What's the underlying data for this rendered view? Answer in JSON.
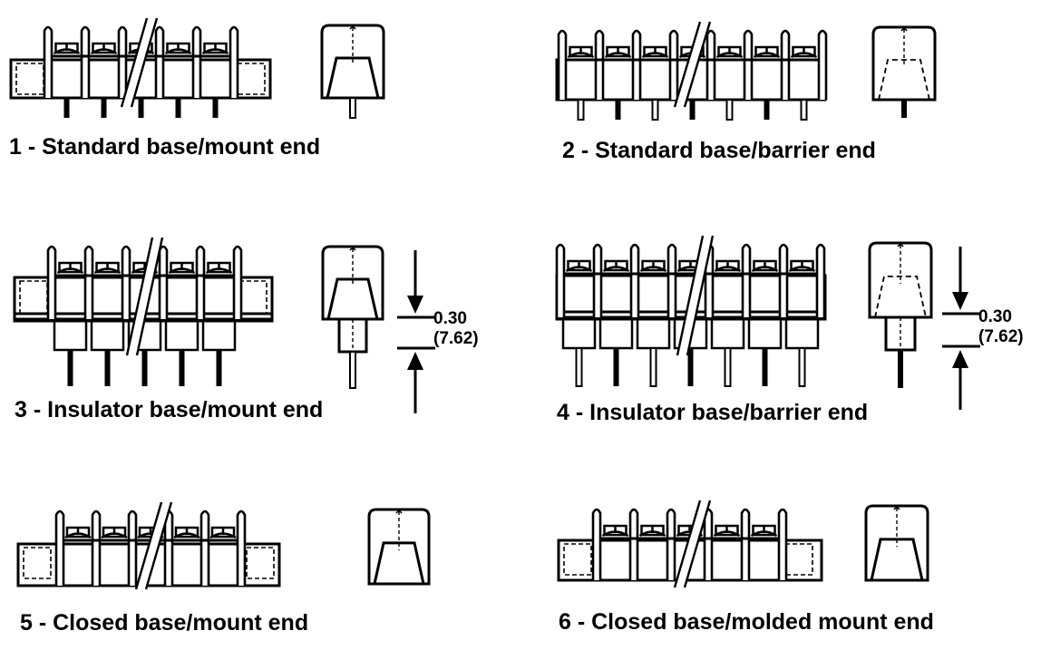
{
  "figures": [
    {
      "caption": "1 -  Standard base/mount end"
    },
    {
      "caption": "2 -  Standard base/barrier end"
    },
    {
      "caption": "3 -  Insulator base/mount end"
    },
    {
      "caption": "4 -  Insulator base/barrier end"
    },
    {
      "caption": "5 -  Closed base/mount end"
    },
    {
      "caption": "6 -  Closed base/molded mount end"
    }
  ],
  "dimension_3": {
    "inches": "0.30",
    "mm": "(7.62)"
  },
  "dimension_4": {
    "inches": "0.30",
    "mm": "(7.62)"
  },
  "colors": {
    "ink": "#000000",
    "paper": "#ffffff"
  }
}
